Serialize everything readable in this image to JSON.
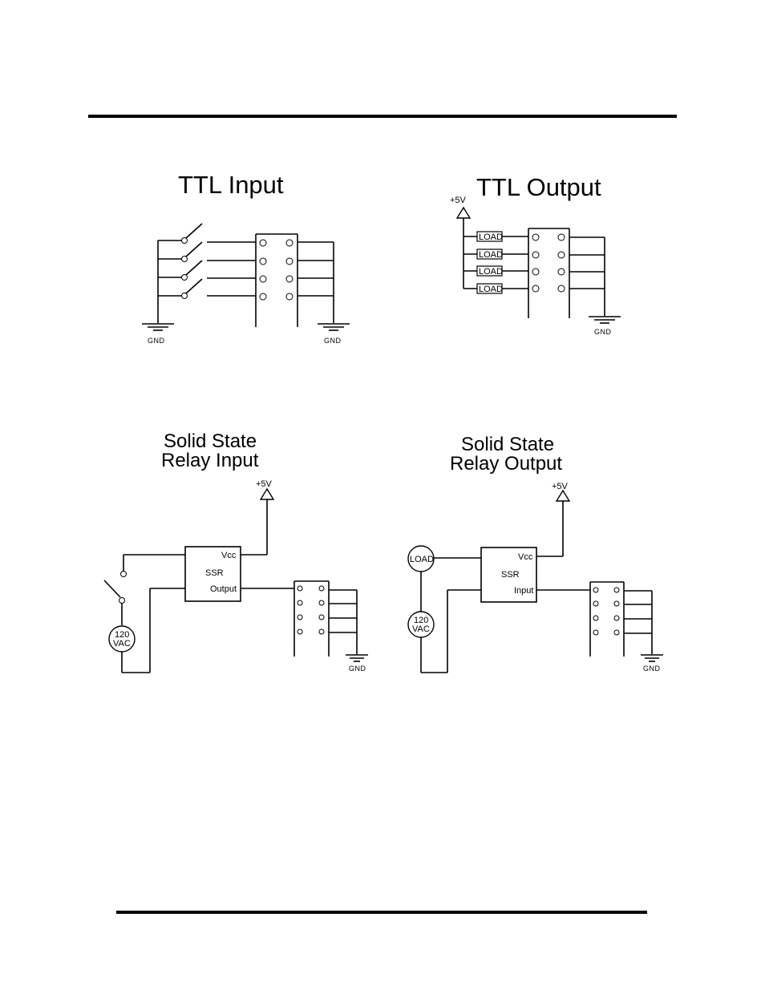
{
  "ttl_input": {
    "title": "TTL Input",
    "gnd_left": "GND",
    "gnd_right": "GND"
  },
  "ttl_output": {
    "title": "TTL Output",
    "vcc": "+5V",
    "loads": [
      "LOAD",
      "LOAD",
      "LOAD",
      "LOAD"
    ],
    "gnd": "GND"
  },
  "ssr_input": {
    "title_line1": "Solid State",
    "title_line2": "Relay Input",
    "vcc": "+5V",
    "ssr_vcc": "Vcc",
    "ssr_name": "SSR",
    "ssr_pin": "Output",
    "ac_line1": "120",
    "ac_line2": "VAC",
    "gnd": "GND"
  },
  "ssr_output": {
    "title_line1": "Solid State",
    "title_line2": "Relay Output",
    "vcc": "+5V",
    "load": "LOAD",
    "ssr_vcc": "Vcc",
    "ssr_name": "SSR",
    "ssr_pin": "Input",
    "ac_line1": "120",
    "ac_line2": "VAC",
    "gnd": "GND"
  }
}
